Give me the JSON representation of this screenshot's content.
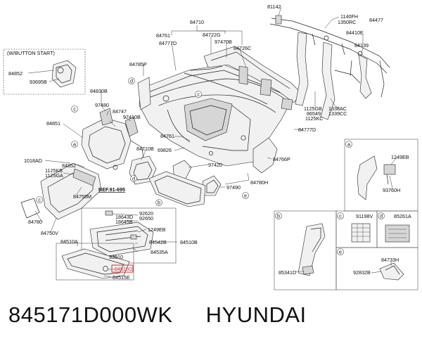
{
  "labels": {
    "p81142": "81142",
    "p1140fh": "1140FH",
    "p1350rc": "1350RC",
    "p84477": "84477",
    "p84410e": "84410E",
    "p84339": "84339",
    "p84710": "84710",
    "p84761a": "84761",
    "p84777d_a": "84777D",
    "p84722g": "84722G",
    "p97470b": "97470B",
    "p84726c": "84726C",
    "wbutton": "(W/BUTTON START)",
    "p84852a": "84852",
    "p93695b": "93695B",
    "p84785p": "84785P",
    "p84830b": "84830B",
    "p97480": "97480",
    "p84747": "84747",
    "p97410b": "97410B",
    "p84851": "84851",
    "p1125gb": "1125GB",
    "p86549": "86549",
    "p1125kc": "1125KC",
    "p1338ac": "1338AC",
    "p1339cc": "1339CC",
    "p84777d_b": "84777D",
    "p84761b": "84761",
    "p84710b": "84710B",
    "p69826": "69826",
    "p84766p": "84766P",
    "p1018ad": "1018AD",
    "p84852b": "84852",
    "p1125kb": "1125KB",
    "p1125ga": "1125GA",
    "p97420": "97420",
    "p84780h": "84780H",
    "p97490": "97490",
    "ref": "REF.91-695",
    "p84755m": "84755M",
    "p84780": "84780",
    "p84750v": "84750V",
    "p92620": "92620",
    "p92650": "92650",
    "p18643d": "18643D",
    "p18645b": "18645B",
    "p1249eb": "1249EB",
    "p84510b": "84510B",
    "p84542b": "84542B",
    "p84535a": "84535A",
    "p93510": "93510",
    "p84510a": "84510A",
    "p84518g": "84518G",
    "p84515e": "84515E",
    "a_1249eb": "1249EB",
    "a_93760h": "93760H",
    "p91198v": "91198V",
    "p85261a": "85261A",
    "p85341d": "85341D",
    "p84733h": "84733H",
    "p92832b": "92832B",
    "c_a": "a",
    "c_b": "b",
    "c_c": "c",
    "c_d": "d",
    "c_e": "e"
  },
  "footer": {
    "part_number": "845171D000WK",
    "brand": "HYUNDAI"
  },
  "colors": {
    "highlight": "#d43030",
    "ink": "#111111"
  }
}
